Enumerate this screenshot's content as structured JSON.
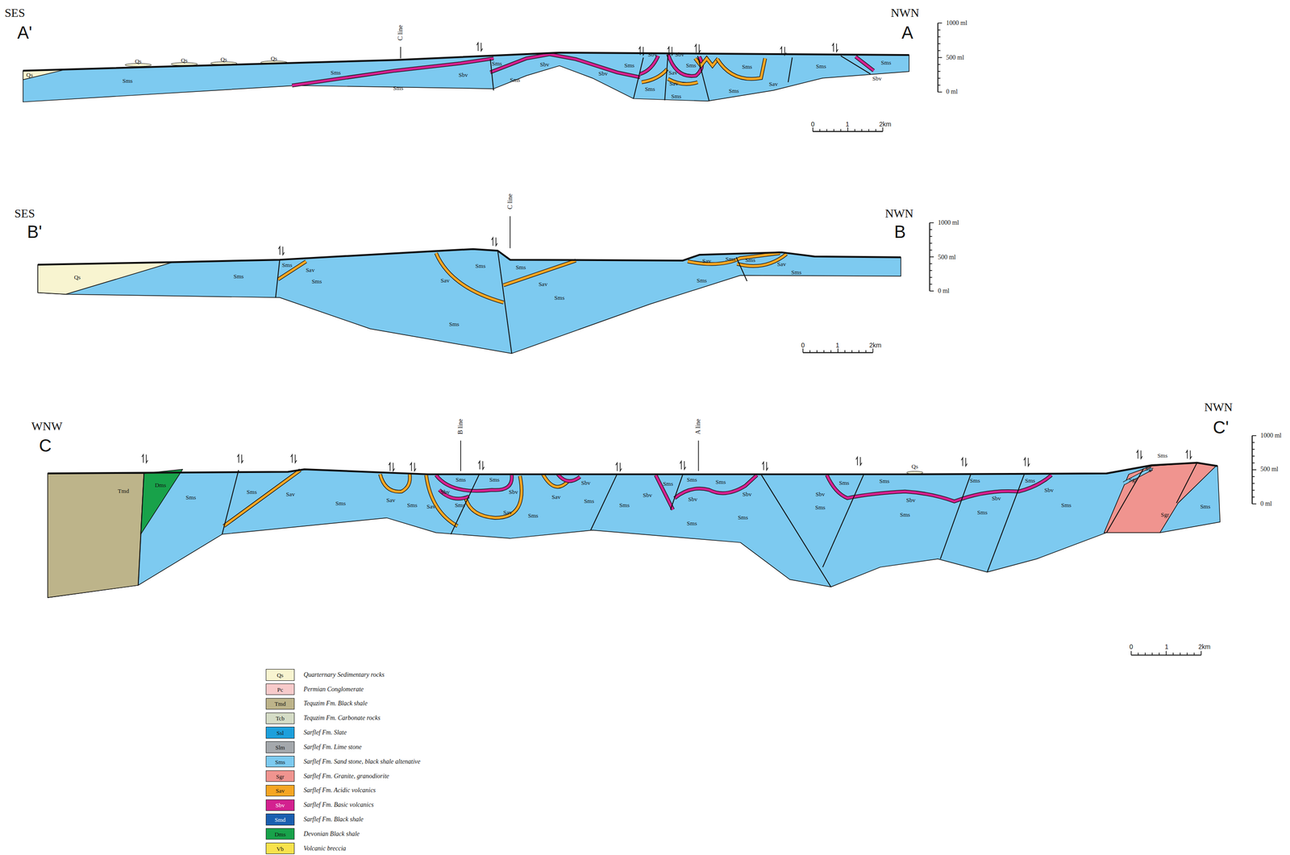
{
  "diagram": {
    "labels": [
      "SES",
      "A'",
      "NWN",
      "A",
      "C line",
      "1000 ml",
      "500 ml",
      "0 ml",
      "0",
      "1",
      "2km",
      "Qs",
      "Qs",
      "Qs",
      "Qs",
      "Qs",
      "Sms",
      "Sms",
      "Sms",
      "Sbv",
      "Sms",
      "Sbv",
      "Sms",
      "Sbv",
      "Sms",
      "Sbv",
      "Sbv",
      "Sms",
      "Sav",
      "Sav",
      "Sms",
      "Sms",
      "Sms",
      "Sms",
      "Sav",
      "Sms",
      "Sms",
      "Sbv",
      "SES",
      "B'",
      "NWN",
      "B",
      "C line",
      "1000 ml",
      "500 ml",
      "0 ml",
      "0",
      "1",
      "2km",
      "Qs",
      "Sms",
      "Sms",
      "Sav",
      "Sms",
      "Sav",
      "Sms",
      "Sms",
      "Sms",
      "Sav",
      "Sms",
      "Sav",
      "Sms",
      "Sms",
      "Sms",
      "Sav",
      "Sms",
      "WNW",
      "C",
      "NWN",
      "C'",
      "B line",
      "A line",
      "1000 ml",
      "500 ml",
      "0 ml",
      "0",
      "1",
      "2km",
      "Tmd",
      "Dms",
      "Sms",
      "Sms",
      "Sav",
      "Sms",
      "Sav",
      "Sms",
      "Sms",
      "Sms",
      "Sbv",
      "Sbv",
      "Sms",
      "Sav",
      "Sav",
      "Sms",
      "Sav",
      "Sbv",
      "Sms",
      "Sms",
      "Sbv",
      "Sms",
      "Sms",
      "Sms",
      "Sbv",
      "Sbv",
      "Sms",
      "Sms",
      "Sms",
      "Sbv",
      "Sms",
      "Sms",
      "Qs",
      "Sbv",
      "Sms",
      "Sms",
      "Sbv",
      "Sms",
      "Sms",
      "Sbv",
      "Sms",
      "Sgr",
      "Sgr",
      "Sms",
      "Sgr",
      "Sms",
      "Qs",
      "Pc",
      "Tmd",
      "Tcb",
      "Ssl",
      "Slm",
      "Sms",
      "Sgr",
      "Sav",
      "Sbv",
      "Smd",
      "Dms",
      "Vb"
    ],
    "legend": [
      {
        "text": "Quarternary Sedimentary rocks",
        "color": "#f8f4d0"
      },
      {
        "text": "Permian Conglomerate",
        "color": "#f7caca"
      },
      {
        "text": "Tequzim Fm. Black shale",
        "color": "#bdb48a"
      },
      {
        "text": "Tequzim Fm. Carbonate rocks",
        "color": "#d5dcc6"
      },
      {
        "text": "Sarflef Fm. Slate",
        "color": "#1da0dc"
      },
      {
        "text": "Sarflef Fm. Lime stone",
        "color": "#a4a8ac"
      },
      {
        "text": "Sarflef Fm. Sand stone, black shale altenative",
        "color": "#7dcaf0"
      },
      {
        "text": "Sarflef Fm. Granite, granodiorite",
        "color": "#f0948f"
      },
      {
        "text": "Sarflef Fm. Acidic volcanics",
        "color": "#f6a623"
      },
      {
        "text": "Sarflef Fm. Basic volcanics",
        "color": "#d3218f"
      },
      {
        "text": "Sarflef Fm. Black shale",
        "color": "#1a5fb0"
      },
      {
        "text": "Devonian Black shale",
        "color": "#18a24a"
      },
      {
        "text": "Volcanic breccia",
        "color": "#f8e24c"
      }
    ]
  }
}
